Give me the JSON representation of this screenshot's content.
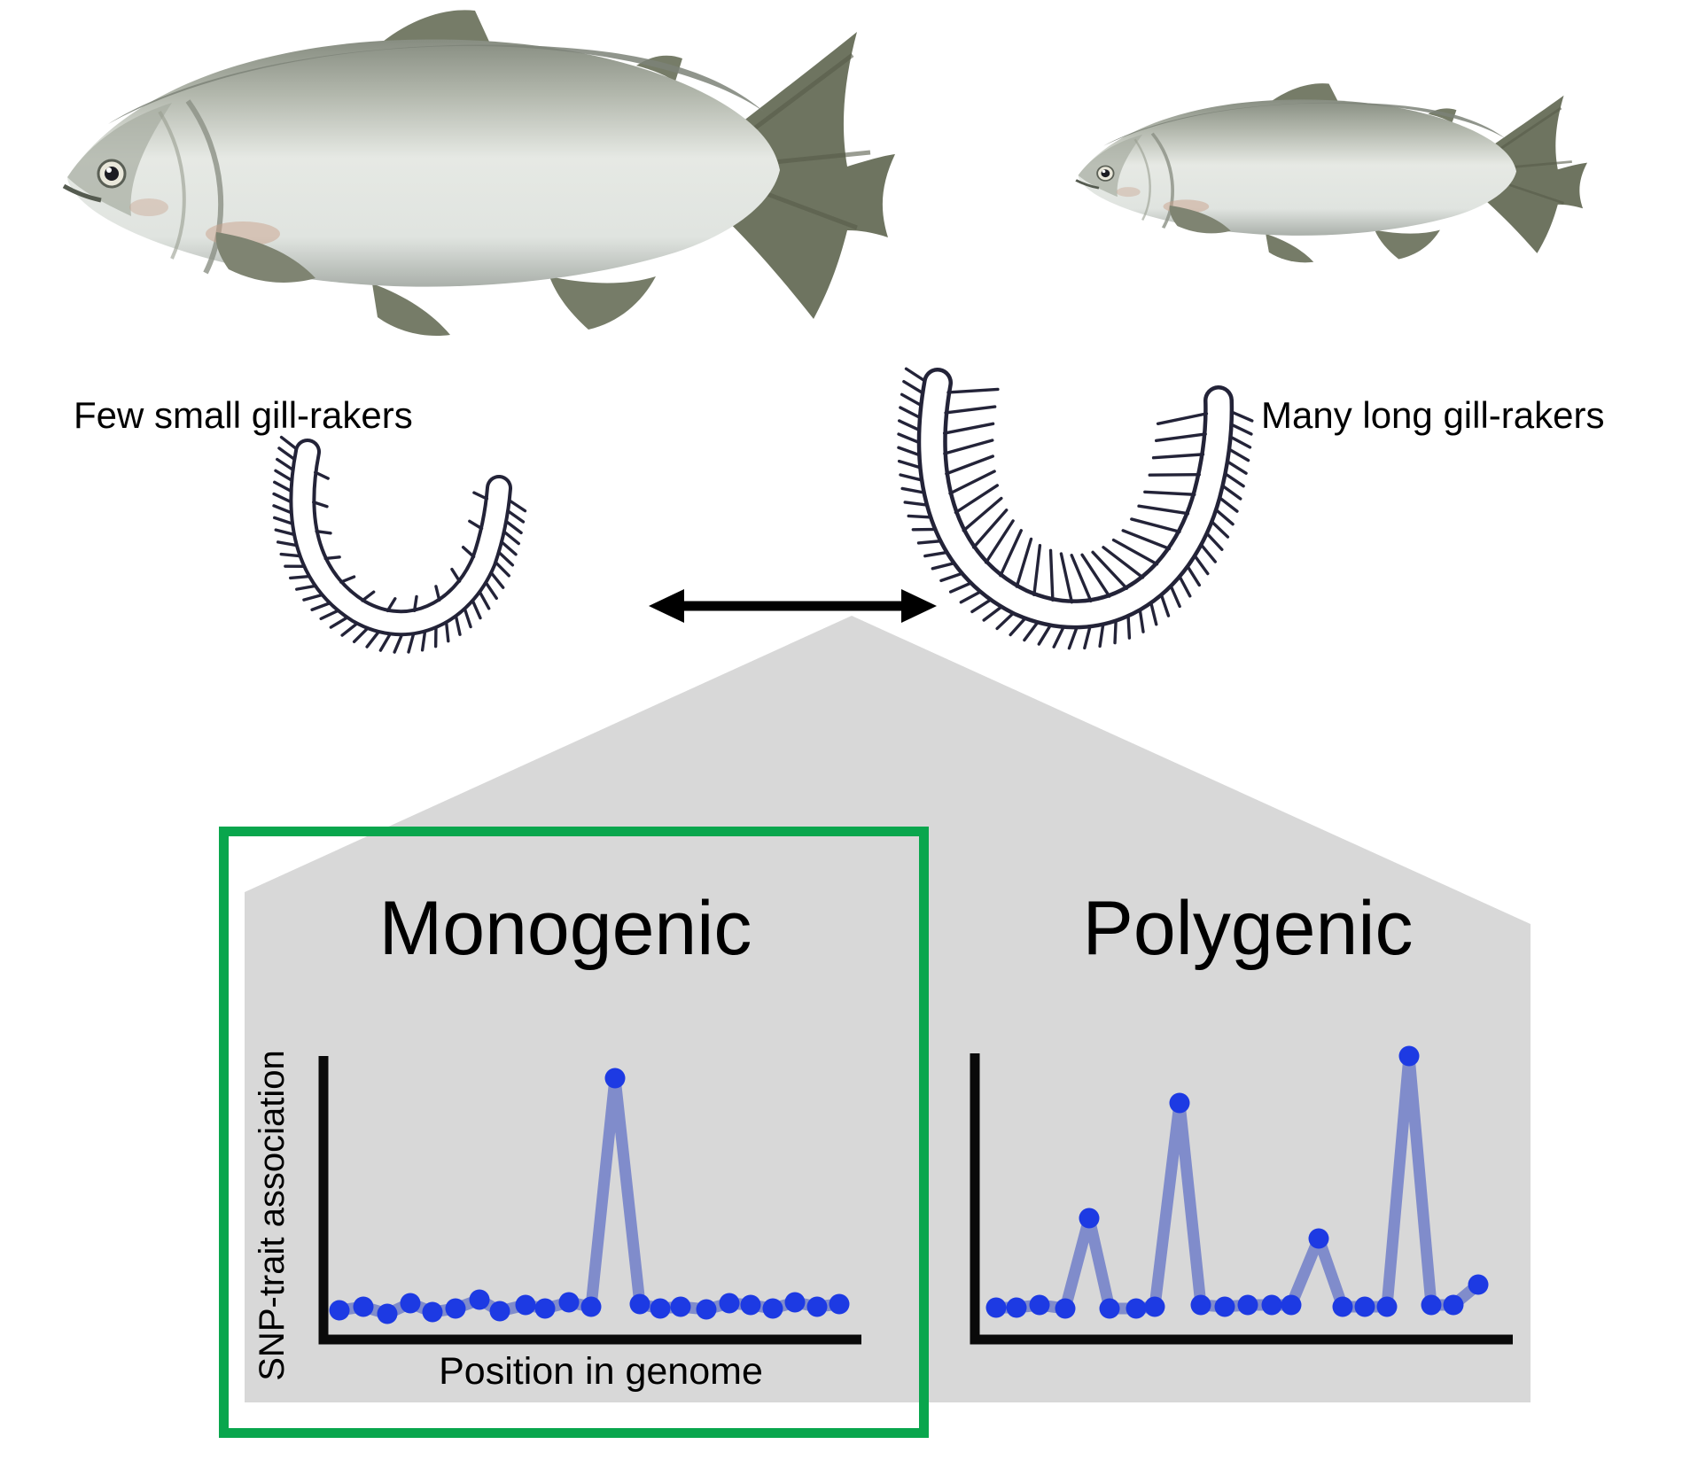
{
  "labels": {
    "left_fish": "Few small gill-rakers",
    "right_fish": "Many long gill-rakers"
  },
  "axes": {
    "ylabel": "SNP-trait association",
    "xlabel": "Position in genome"
  },
  "colors": {
    "panel_gray": "#d8d8d8",
    "accent_green": "#09a64d",
    "dot_blue": "#1d3ae3",
    "line_blue": "#7381c8",
    "axis_ink": "#0a0a0a",
    "raker_ink": "#232338",
    "text_ink": "#000000"
  },
  "chart_data": [
    {
      "id": "monogenic",
      "type": "line",
      "title": "Monogenic",
      "xlabel": "Position in genome",
      "ylabel": "SNP-trait association",
      "description": "Flat baseline of SNP-trait association with a single tall peak at one genomic position",
      "n_points": 23,
      "peak_indices": [
        12
      ],
      "points": [
        [
          383,
          1479
        ],
        [
          410,
          1475
        ],
        [
          437,
          1483
        ],
        [
          463,
          1471
        ],
        [
          488,
          1481
        ],
        [
          514,
          1477
        ],
        [
          541,
          1467
        ],
        [
          564,
          1480
        ],
        [
          593,
          1473
        ],
        [
          615,
          1477
        ],
        [
          642,
          1470
        ],
        [
          667,
          1475
        ],
        [
          694,
          1217
        ],
        [
          722,
          1472
        ],
        [
          745,
          1477
        ],
        [
          768,
          1475
        ],
        [
          797,
          1478
        ],
        [
          823,
          1471
        ],
        [
          847,
          1473
        ],
        [
          872,
          1477
        ],
        [
          897,
          1470
        ],
        [
          922,
          1475
        ],
        [
          947,
          1472
        ]
      ]
    },
    {
      "id": "polygenic",
      "type": "line",
      "title": "Polygenic",
      "xlabel": "",
      "ylabel": "",
      "description": "Baseline of SNP-trait association with four peaks of varying height plus a small rise at the end",
      "n_points": 22,
      "peak_indices": [
        4,
        8,
        14,
        18,
        21
      ],
      "points": [
        [
          1124,
          1476
        ],
        [
          1147,
          1476
        ],
        [
          1173,
          1473
        ],
        [
          1202,
          1477
        ],
        [
          1229,
          1375
        ],
        [
          1252,
          1477
        ],
        [
          1282,
          1477
        ],
        [
          1303,
          1475
        ],
        [
          1331,
          1245
        ],
        [
          1355,
          1473
        ],
        [
          1382,
          1475
        ],
        [
          1408,
          1473
        ],
        [
          1435,
          1473
        ],
        [
          1457,
          1473
        ],
        [
          1488,
          1398
        ],
        [
          1515,
          1475
        ],
        [
          1540,
          1475
        ],
        [
          1565,
          1475
        ],
        [
          1590,
          1192
        ],
        [
          1615,
          1473
        ],
        [
          1640,
          1473
        ],
        [
          1668,
          1450
        ]
      ]
    }
  ],
  "illustration": {
    "gill_rakers": {
      "left": {
        "meaning": "few small gill-rakers",
        "outer_hatch": {
          "count": 40,
          "length": 26,
          "tilt": 28
        },
        "inner_rakers": {
          "count": 13,
          "length": 16,
          "tilt": -18
        }
      },
      "right": {
        "meaning": "many long gill-rakers",
        "outer_hatch": {
          "count": 50,
          "length": 30,
          "tilt": 24
        },
        "inner_rakers": {
          "count": 28,
          "length": 56,
          "tilt": 12
        }
      }
    }
  }
}
